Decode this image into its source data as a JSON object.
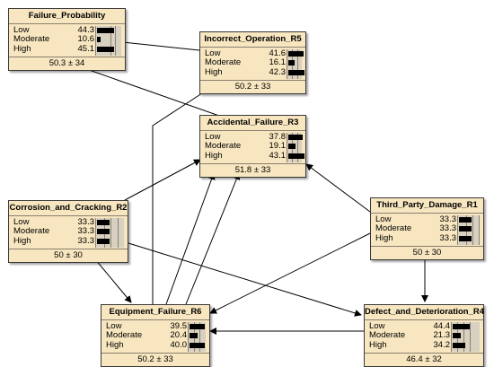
{
  "nodes": {
    "failure_probability": {
      "title": "Failure_Probability",
      "rows": [
        {
          "label": "Low",
          "value": "44.3",
          "pct": 44.3
        },
        {
          "label": "Moderate",
          "value": "10.6",
          "pct": 10.6
        },
        {
          "label": "High",
          "value": "45.1",
          "pct": 45.1
        }
      ],
      "footer": "50.3 ± 34"
    },
    "incorrect_operation": {
      "title": "Incorrect_Operation_R5",
      "rows": [
        {
          "label": "Low",
          "value": "41.6",
          "pct": 41.6
        },
        {
          "label": "Moderate",
          "value": "16.1",
          "pct": 16.1
        },
        {
          "label": "High",
          "value": "42.3",
          "pct": 42.3
        }
      ],
      "footer": "50.2 ± 33"
    },
    "accidental_failure": {
      "title": "Accidental_Failure_R3",
      "rows": [
        {
          "label": "Low",
          "value": "37.8",
          "pct": 37.8
        },
        {
          "label": "Moderate",
          "value": "19.1",
          "pct": 19.1
        },
        {
          "label": "High",
          "value": "43.1",
          "pct": 43.1
        }
      ],
      "footer": "51.8 ± 33"
    },
    "corrosion": {
      "title": "Corrosion_and_Cracking_R2",
      "rows": [
        {
          "label": "Low",
          "value": "33.3",
          "pct": 33.3
        },
        {
          "label": "Moderate",
          "value": "33.3",
          "pct": 33.3
        },
        {
          "label": "High",
          "value": "33.3",
          "pct": 33.3
        }
      ],
      "footer": "50 ± 30"
    },
    "third_party": {
      "title": "Third_Party_Damage_R1",
      "rows": [
        {
          "label": "Low",
          "value": "33.3",
          "pct": 33.3
        },
        {
          "label": "Moderate",
          "value": "33.3",
          "pct": 33.3
        },
        {
          "label": "High",
          "value": "33.3",
          "pct": 33.3
        }
      ],
      "footer": "50 ± 30"
    },
    "equipment_failure": {
      "title": "Equipment_Failure_R6",
      "rows": [
        {
          "label": "Low",
          "value": "39.5",
          "pct": 39.5
        },
        {
          "label": "Moderate",
          "value": "20.4",
          "pct": 20.4
        },
        {
          "label": "High",
          "value": "40.0",
          "pct": 40.0
        }
      ],
      "footer": "50.2 ± 33"
    },
    "defect": {
      "title": "Defect_and_Deterioration_R4",
      "rows": [
        {
          "label": "Low",
          "value": "44.4",
          "pct": 44.4
        },
        {
          "label": "Moderate",
          "value": "21.3",
          "pct": 21.3
        },
        {
          "label": "High",
          "value": "34.2",
          "pct": 34.2
        }
      ],
      "footer": "46.4 ± 32"
    }
  },
  "edges": [
    {
      "from": "incorrect_operation",
      "to": "failure_probability"
    },
    {
      "from": "accidental_failure",
      "to": "failure_probability"
    },
    {
      "from": "equipment_failure",
      "to": "incorrect_operation"
    },
    {
      "from": "corrosion",
      "to": "accidental_failure"
    },
    {
      "from": "third_party",
      "to": "accidental_failure"
    },
    {
      "from": "equipment_failure",
      "to": "accidental_failure"
    },
    {
      "from": "corrosion",
      "to": "equipment_failure"
    },
    {
      "from": "corrosion",
      "to": "defect"
    },
    {
      "from": "third_party",
      "to": "equipment_failure"
    },
    {
      "from": "third_party",
      "to": "defect"
    },
    {
      "from": "defect",
      "to": "equipment_failure"
    }
  ]
}
